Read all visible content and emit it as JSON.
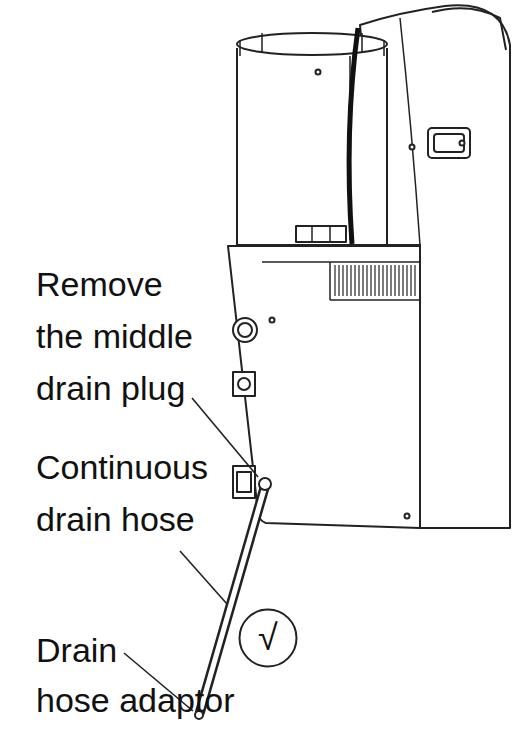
{
  "diagram": {
    "nodes": [
      {
        "text": [
          "√"
        ]
      }
    ],
    "labels": [
      "Remove the middle drain plug",
      "Continuous drain hose",
      "Drain hose adaptor"
    ]
  }
}
